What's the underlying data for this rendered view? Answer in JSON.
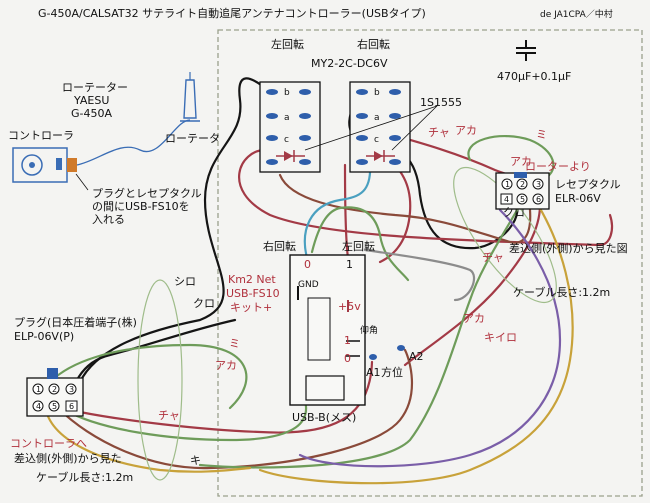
{
  "title": "G-450A/CALSAT32  サテライト自動追尾アンテナコントローラー(USBタイプ)",
  "author": "de JA1CPA／中村",
  "relays": {
    "left_label": "左回転",
    "right_label": "右回転",
    "model": "MY2-2C-DC6V",
    "pin_b": "b",
    "pin_a": "a",
    "pin_c": "c"
  },
  "capacitor": "470μF+0.1μF",
  "diode": "1S1555",
  "rotator": {
    "l1": "ローテーター",
    "l2": "YAESU",
    "l3": "G-450A",
    "controller": "コントローラ",
    "rotator_unit": "ローテータ"
  },
  "plug_note": {
    "l1": "プラグとレセプタクル",
    "l2": "の間にUSB-FS10を",
    "l3": "入れる"
  },
  "receptacle": {
    "from_rotator": "ローターより",
    "l1": "レセプタクル",
    "l2": "ELR-06V",
    "view": "差込側(外側)から見た図",
    "cable": "ケーブル長さ:1.2m",
    "pins": [
      "1",
      "2",
      "3",
      "4",
      "5",
      "6"
    ]
  },
  "module": {
    "right_label": "右回転",
    "left_label": "左回転",
    "pin0": "0",
    "pin1": "1",
    "name1": "Km2 Net",
    "name2": "USB-FS10",
    "name3": "キット+",
    "gnd": "GND",
    "v5": "+5v",
    "elevation": "仰角",
    "num1": "1",
    "num0": "0",
    "a1": "A1",
    "azimuth": "方位",
    "a2": "A2",
    "usb": "USB-B(メス)"
  },
  "plug": {
    "l1": "プラグ(日本圧着端子(株)",
    "l2": "ELP-06V(P)",
    "to_controller": "コントローラへ",
    "view": "差込側(外側)から見た",
    "cable": "ケーブル長さ:1.2m",
    "pins": [
      "1",
      "2",
      "3",
      "4",
      "5",
      "6"
    ]
  },
  "wire_colors": {
    "white": "シロ",
    "black": "クロ",
    "green": "ミ",
    "red": "アカ",
    "brown": "チャ",
    "yellow": "キイロ",
    "yellow_short": "キ"
  }
}
